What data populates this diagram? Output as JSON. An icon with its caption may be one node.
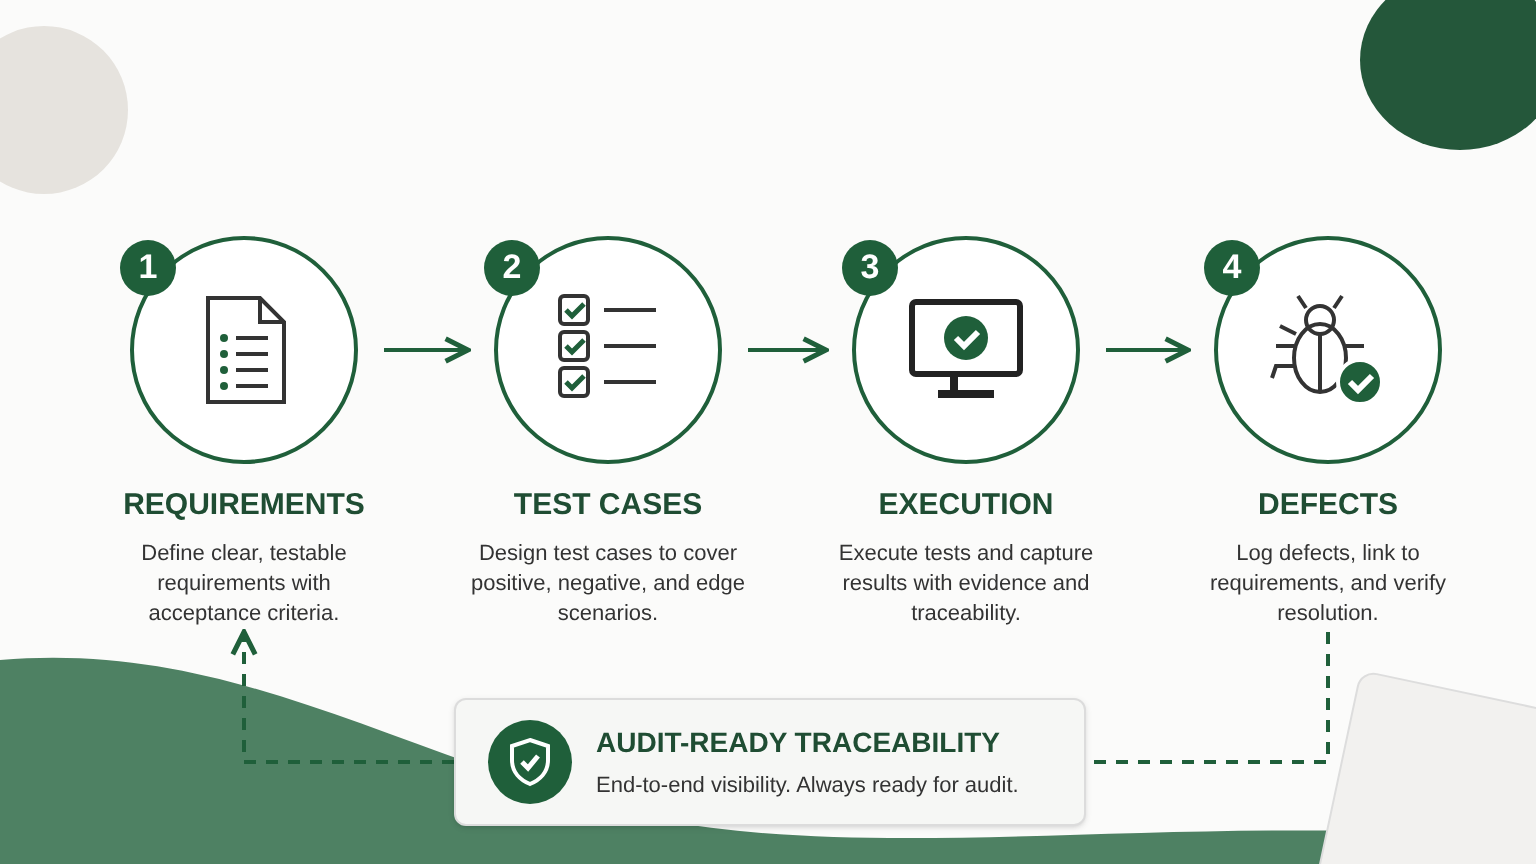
{
  "diagram": {
    "nodes": [
      {
        "text": [
          "1",
          "REQUIREMENTS",
          "Define clear, testable requirements with acceptance criteria."
        ]
      },
      {
        "text": [
          "2",
          "TEST CASES",
          "Design test cases to cover positive, negative, and edge scenarios."
        ]
      },
      {
        "text": [
          "3",
          "EXECUTION",
          "Execute tests and capture results with evidence and traceability."
        ]
      },
      {
        "text": [
          "4",
          "DEFECTS",
          "Log defects, link to requirements, and verify resolution."
        ]
      },
      {
        "text": [
          "AUDIT-READY TRACEABILITY",
          "End-to-end visibility. Always ready for audit."
        ]
      }
    ],
    "edges": [
      {
        "from": 0,
        "to": 1,
        "arrow": "to"
      },
      {
        "from": 1,
        "to": 2,
        "arrow": "to"
      },
      {
        "from": 2,
        "to": 3,
        "arrow": "to"
      },
      {
        "from": 4,
        "to": 0,
        "arrow": "to",
        "style": "dashed"
      },
      {
        "from": 3,
        "to": 4,
        "arrow": "none",
        "style": "dashed"
      }
    ]
  }
}
